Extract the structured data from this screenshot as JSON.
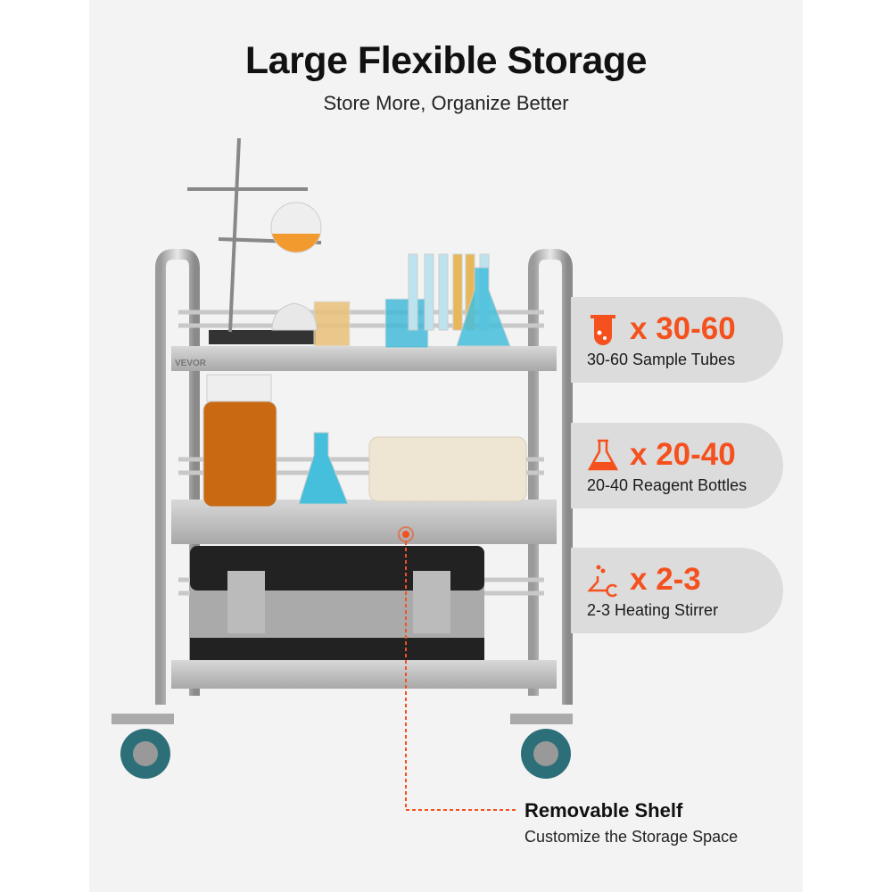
{
  "header": {
    "title": "Large Flexible Storage",
    "subtitle": "Store More, Organize Better"
  },
  "brand_logo": "VEVOR",
  "capacity": [
    {
      "icon": "test-tube-icon",
      "count": "x 30-60",
      "label": "30-60 Sample Tubes"
    },
    {
      "icon": "flask-icon",
      "count": "x 20-40",
      "label": "20-40 Reagent Bottles"
    },
    {
      "icon": "heating-stirrer-icon",
      "count": "x 2-3",
      "label": "2-3 Heating Stirrer"
    }
  ],
  "callout": {
    "title": "Removable Shelf",
    "subtitle": "Customize the Storage Space"
  },
  "colors": {
    "accent": "#f4511e",
    "pill": "#dcdcdc",
    "panel": "#f3f3f3"
  }
}
